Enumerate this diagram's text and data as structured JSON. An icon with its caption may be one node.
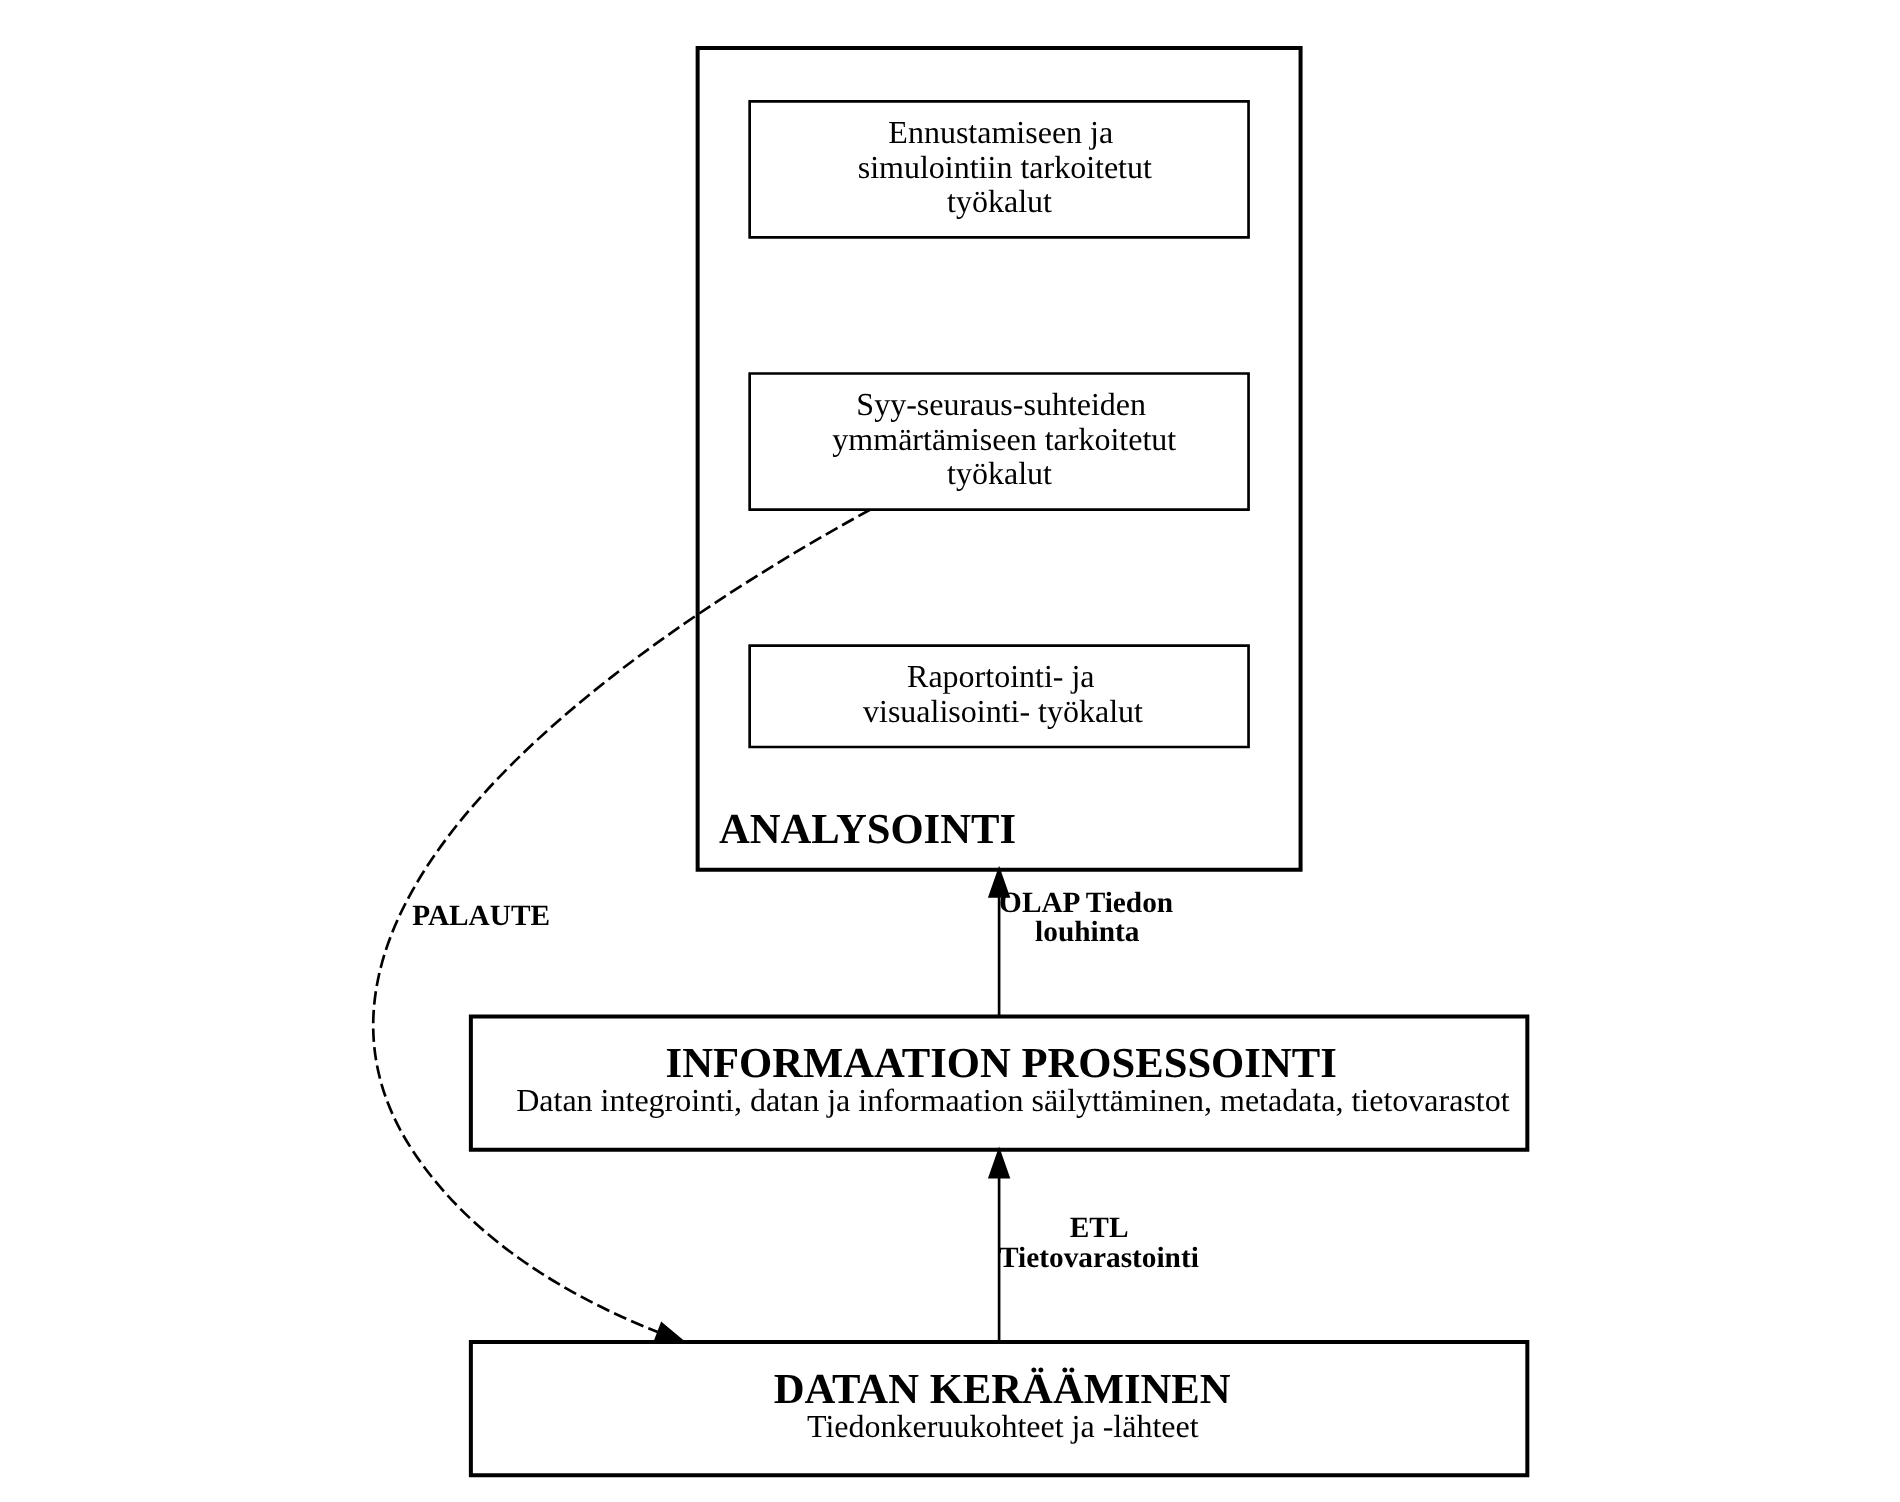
{
  "diagram": {
    "nodes": [
      {
        "text": [
          "ANALYSOINTI"
        ]
      },
      {
        "text": [
          "Ennustamiseen ja simulointiin tarkoitetut työkalut"
        ],
        "in": 0
      },
      {
        "text": [
          "Syy-seuraus-suhteiden ymmärtämiseen tarkoitetut työkalut"
        ],
        "in": 0
      },
      {
        "text": [
          "Raportointi- ja visualisointi- työkalut"
        ],
        "in": 0
      },
      {
        "text": [
          "INFORMAATION PROSESSOINTI",
          "Datan integrointi, datan ja informaation säilyttäminen, metadata, tietovarastot"
        ]
      },
      {
        "text": [
          "DATAN KERÄÄMINEN",
          "Tiedonkeruukohteet ja -lähteet"
        ]
      }
    ],
    "edges": [
      {
        "from": 4,
        "to": 0,
        "arrow": "to",
        "label": "OLAP Tiedon louhinta"
      },
      {
        "from": 5,
        "to": 4,
        "arrow": "to",
        "label": "ETL Tietovarastointi"
      },
      {
        "from": 2,
        "to": 5,
        "arrow": "to",
        "label": "PALAUTE",
        "style": "dashed"
      }
    ]
  }
}
